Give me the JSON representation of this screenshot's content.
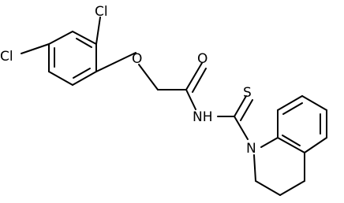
{
  "molecule": {
    "atoms": {
      "cl_top": "Cl",
      "cl_left": "Cl",
      "o_ether": "O",
      "o_carbonyl": "O",
      "nh": "NH",
      "s": "S",
      "n_ring": "N"
    },
    "colors": {
      "bond": "#000000",
      "label": "#000000",
      "background": "#ffffff"
    }
  }
}
